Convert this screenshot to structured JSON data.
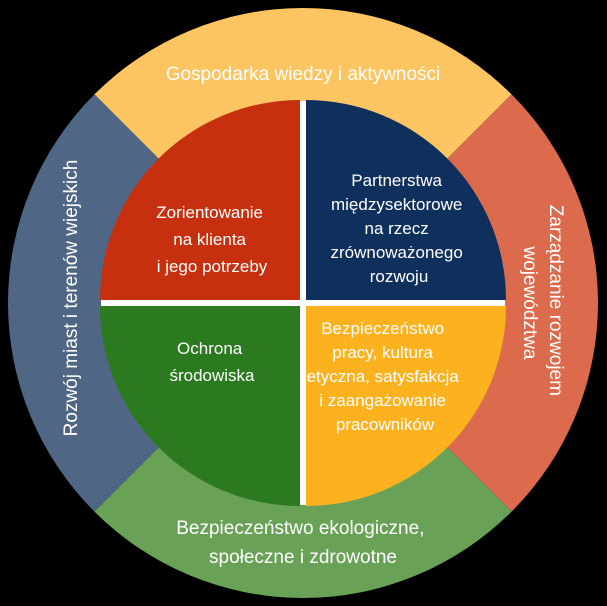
{
  "colors": {
    "background": "#000000",
    "divider": "#ffffff",
    "outer_top": "#fdc561",
    "outer_right": "#db6b4c",
    "outer_bottom": "#69a257",
    "outer_left": "#4f6685",
    "quad_top_left": "#c7300e",
    "quad_top_right": "#0f305c",
    "quad_bottom_left": "#2b7a1f",
    "quad_bottom_right": "#fbb21e"
  },
  "outer_ring": {
    "top": {
      "lines": [
        "Gospodarka wiedzy i aktywności"
      ]
    },
    "right": {
      "lines": [
        "Zarządzanie rozwojem",
        "województwa"
      ]
    },
    "bottom": {
      "lines": [
        "Bezpieczeństwo ekologiczne,",
        "społeczne i zdrowotne"
      ]
    },
    "left": {
      "lines": [
        "Rozwój miast i terenów wiejskich"
      ]
    }
  },
  "quadrants": {
    "top_left": {
      "lines": [
        "Zorientowanie",
        "na klienta",
        "i jego potrzeby"
      ]
    },
    "top_right": {
      "lines": [
        "Partnerstwa",
        "międzysektorowe",
        "na rzecz",
        "zrównoważonego",
        "rozwoju"
      ]
    },
    "bottom_left": {
      "lines": [
        "Ochrona",
        "środowiska"
      ]
    },
    "bottom_right": {
      "lines": [
        "Bezpieczeństwo",
        "pracy, kultura",
        "etyczna, satysfakcja",
        "i zaangażowanie",
        "pracowników"
      ]
    }
  }
}
